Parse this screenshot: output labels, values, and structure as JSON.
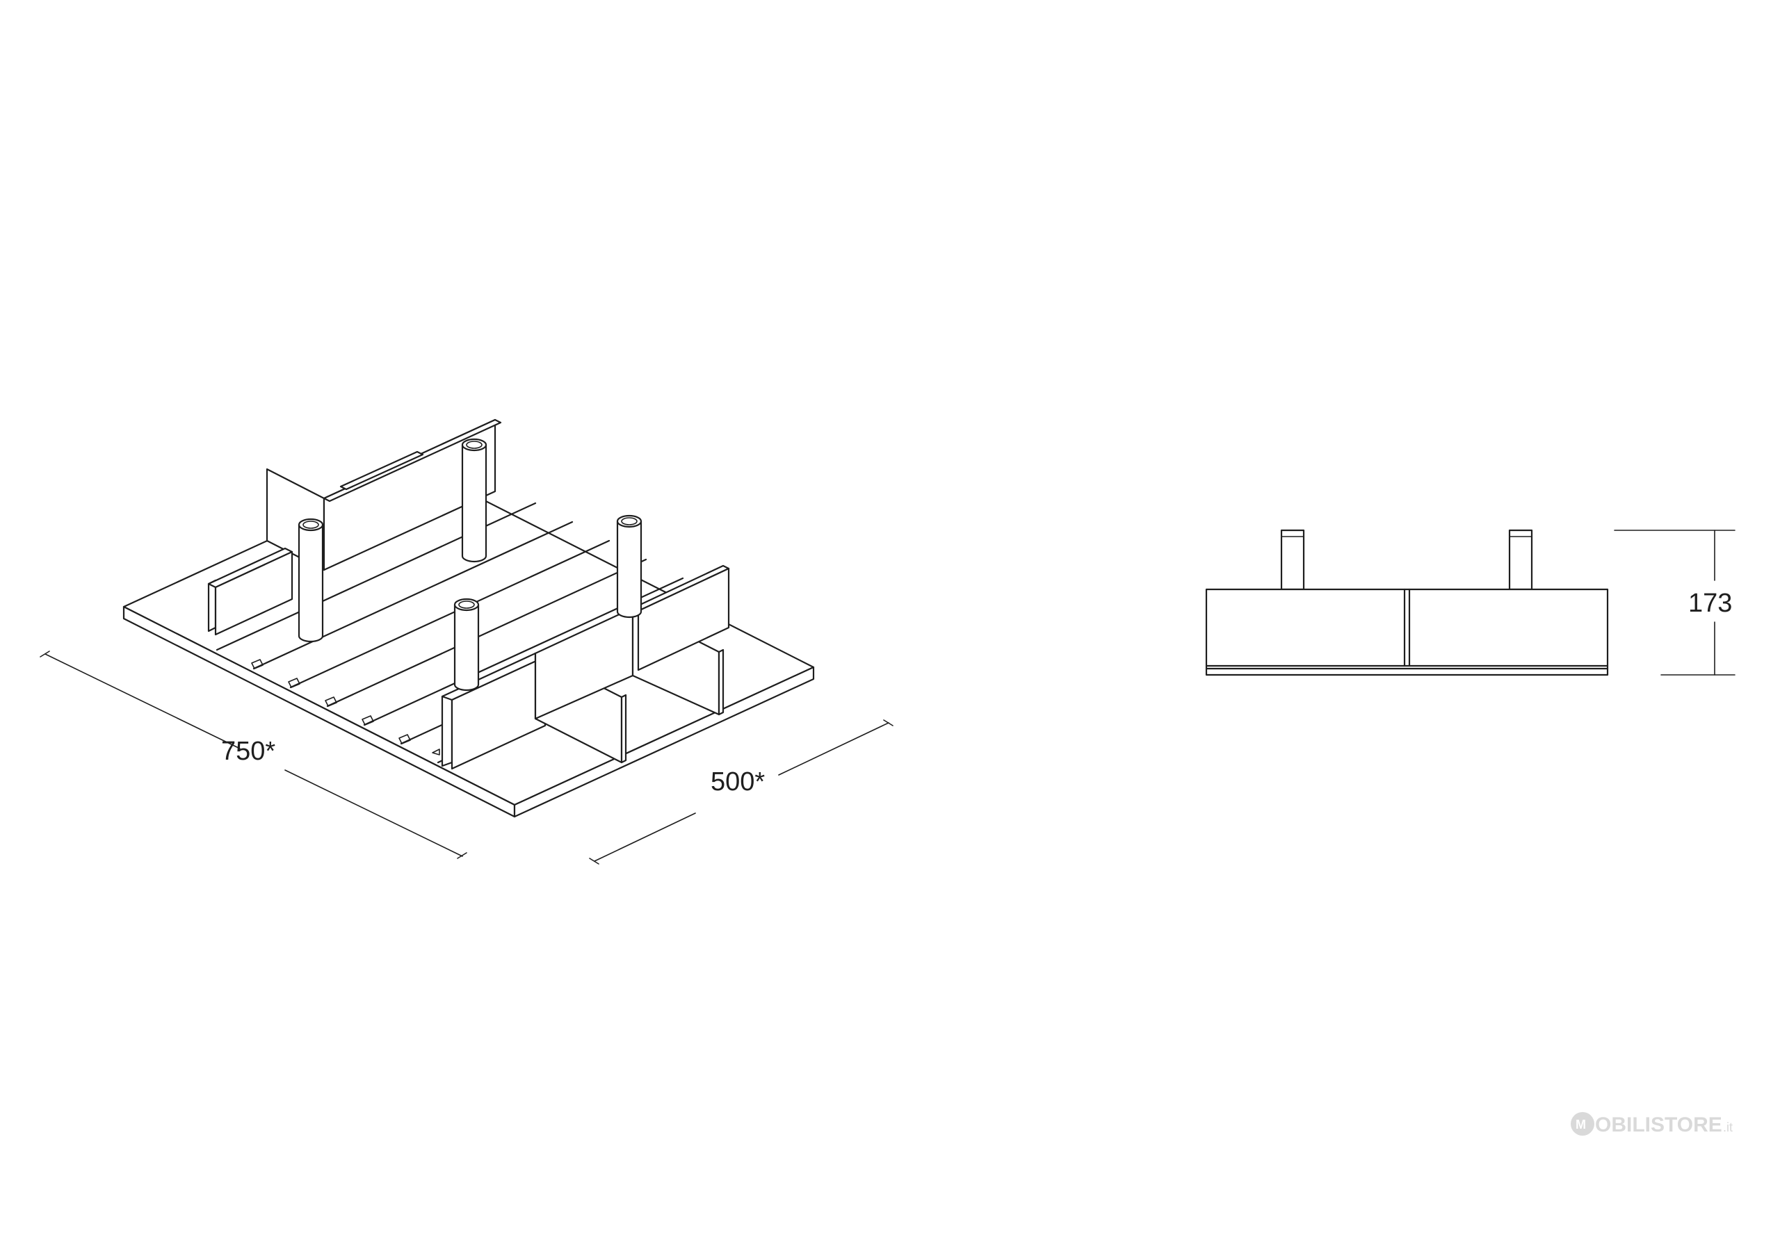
{
  "dimensions": {
    "length_label": "750*",
    "width_label": "500*",
    "height_label": "173"
  },
  "watermark": {
    "brand_letter": "M",
    "brand_text": "OBILISTORE",
    "brand_suffix": ".it"
  },
  "colors": {
    "line": "#1e1e1e",
    "background": "#ffffff",
    "watermark": "#d9d9d9"
  }
}
